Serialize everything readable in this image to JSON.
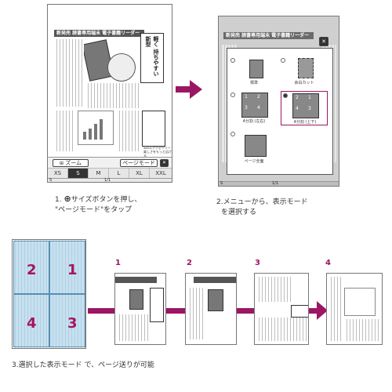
{
  "reader1": {
    "headline": "新発売 読書専用端末 電子書籍リーダー",
    "vertical_title": "軽く 持ちやすい 新型",
    "zoom_label": "ズーム",
    "page_mode_label": "ページモード",
    "close_glyph": "✕",
    "sizes": [
      "XS",
      "S",
      "M",
      "L",
      "XL",
      "XXL"
    ],
    "selected_size": "S",
    "page_indicator": "1/1",
    "status_left": "S",
    "box_text": "Sonicアクセサリー 楽しさをもっと広げる"
  },
  "reader2": {
    "headline": "新発売 読書専用端末 電子書籍リーダー",
    "close_glyph": "✕",
    "options": [
      {
        "label": "標準"
      },
      {
        "label": "余白カット"
      },
      {
        "label": "4分割 (左右)"
      },
      {
        "label": "4分割 (上下)"
      },
      {
        "label": "ページ全面"
      }
    ],
    "grid_numbers_a": [
      "1",
      "2",
      "3",
      "4"
    ],
    "grid_numbers_b": [
      "2",
      "1",
      "4",
      "3"
    ],
    "page_indicator": "1/1",
    "status_left": "S"
  },
  "captions": {
    "step1_line1": "1.",
    "step1_line1_rest": "サイズボタンを押し、",
    "step1_line2": "\"ページモード\"をタップ",
    "step2_line1": "2.メニューから、表示モード",
    "step2_line2": "を選択する",
    "step3": "3.選択した表示モード で、ページ送りが可能"
  },
  "quadrant_labels": [
    "2",
    "1",
    "4",
    "3"
  ],
  "steps": [
    "1",
    "2",
    "3",
    "4"
  ],
  "colors": {
    "accent": "#9b1663",
    "highlight": "#a3165f",
    "quad": "#96c8e6"
  }
}
